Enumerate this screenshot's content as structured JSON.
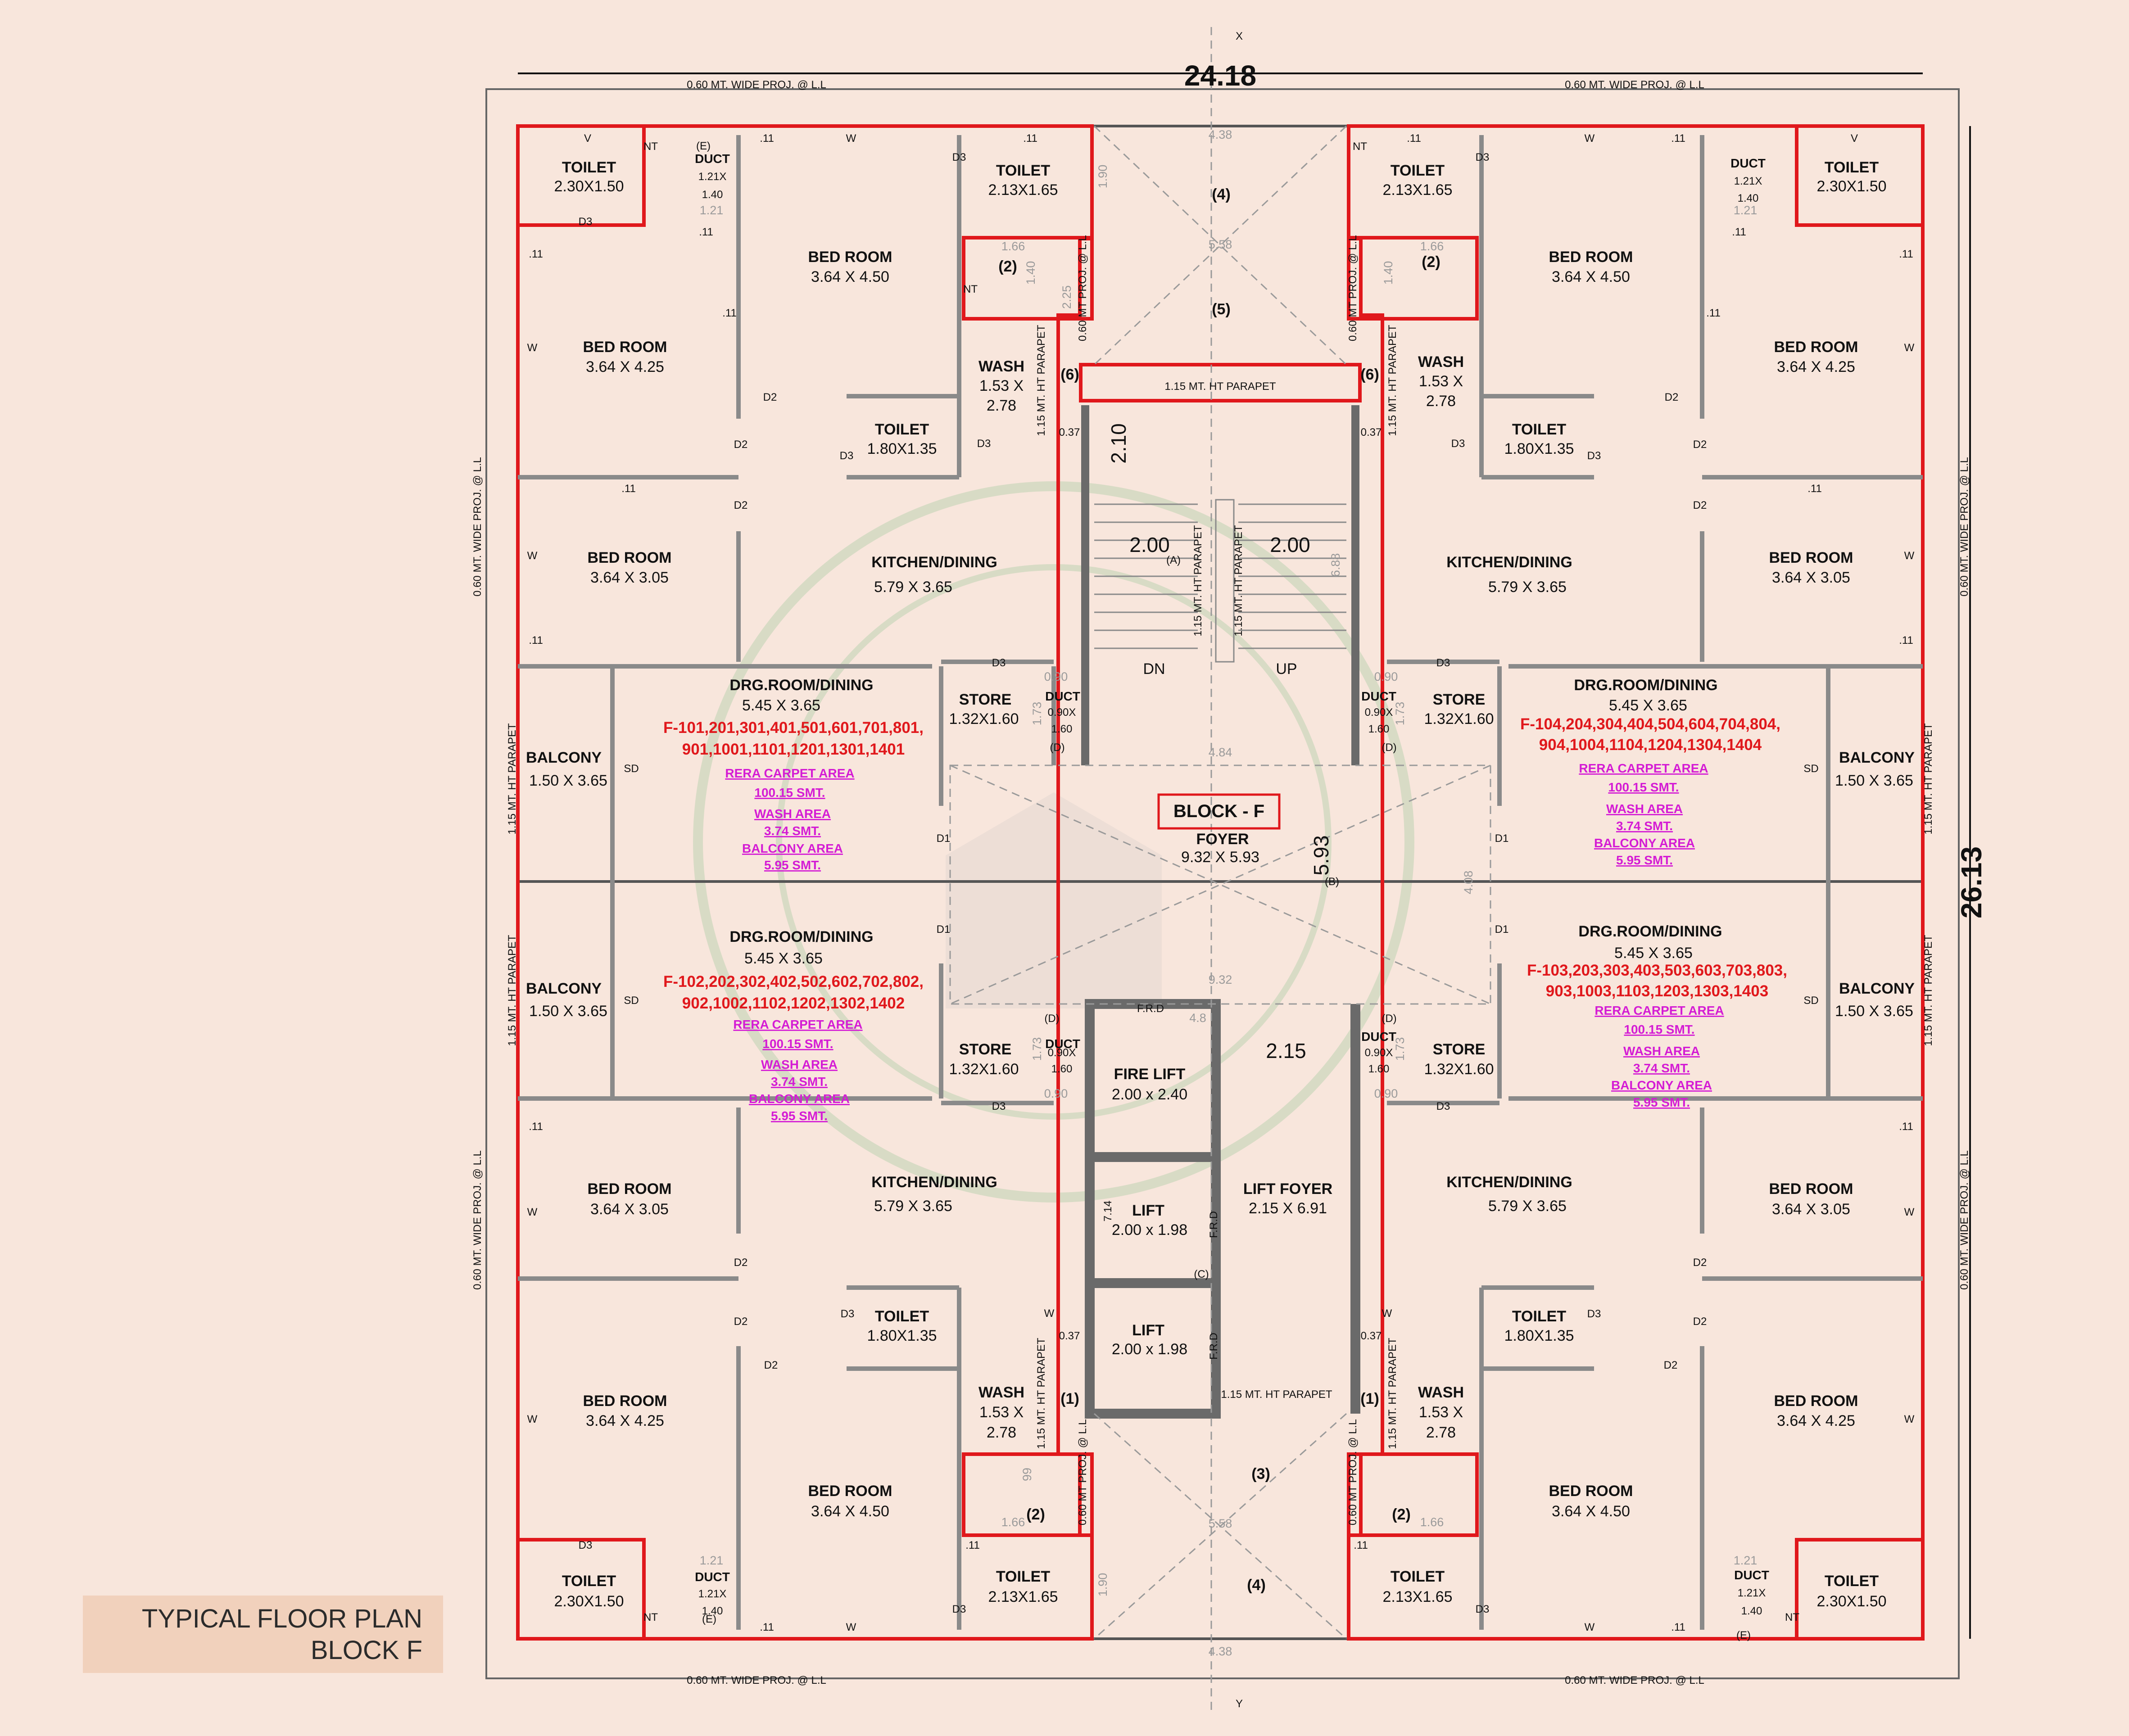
{
  "title": {
    "line1": "TYPICAL FLOOR PLAN",
    "line2": "BLOCK F"
  },
  "overall": {
    "width": "24.18",
    "depth": "26.13"
  },
  "block": {
    "label": "BLOCK - F",
    "foyer": "FOYER",
    "foyer_size": "9.32 X 5.93",
    "foyer_width": "9.32",
    "foyer_depth": "5.93",
    "foyer_gap": "4.84",
    "foyer_side": "4.08"
  },
  "core": {
    "fire_lift": "FIRE LIFT",
    "fire_lift_size": "2.00 x 2.40",
    "lift": "LIFT",
    "lift_size": "2.00 x 1.98",
    "lift_foyer": "LIFT FOYER",
    "lift_foyer_size": "2.15 X 6.91",
    "lift_shaft_depth": "7.14",
    "frd": "F.R.D",
    "lift_foyer_width": "2.15",
    "stair_flight": "2.10",
    "stair_width": "2.00",
    "stair_depth": "6.88",
    "dn": "DN",
    "up": "UP",
    "parapet": "1.15 MT. HT PARAPET"
  },
  "labels": {
    "toilet": "TOILET",
    "duct": "DUCT",
    "bed_room": "BED ROOM",
    "wash": "WASH",
    "kitchen": "KITCHEN/DINING",
    "drg": "DRG.ROOM/DINING",
    "store": "STORE",
    "balcony": "BALCONY",
    "projection": "0.60 MT. WIDE PROJ. @ L.L",
    "projection_side": "0.60 MT. WIDE PROJ. @ L.L",
    "parapet_v": "1.15 MT. HT PARAPET",
    "proj_short": "0.60 MT PROJ. @ L.L",
    "rera_label": "RERA CARPET AREA",
    "rera_value": "100.15 SMT.",
    "wash_label": "WASH AREA",
    "wash_value": "3.74 SMT.",
    "balcony_label": "BALCONY AREA",
    "balcony_value": "5.95 SMT."
  },
  "sizes": {
    "toilet_a": "2.30X1.50",
    "toilet_b": "2.13X1.65",
    "toilet_c": "1.80X1.35",
    "duct_a1": "1.21X",
    "duct_a2": "1.40",
    "duct_b1": "0.90X",
    "duct_b2": "1.60",
    "bed_450": "3.64 X 4.50",
    "bed_425": "3.64 X 4.25",
    "bed_305": "3.64 X 3.05",
    "wash1": "1.53 X",
    "wash2": "2.78",
    "kitchen": "5.79 X 3.65",
    "drg": "5.45 X 3.65",
    "store": "1.32X1.60",
    "balcony": "1.50 X 3.65"
  },
  "units": {
    "tl": {
      "line1": "F-101,201,301,401,501,601,701,801,",
      "line2": "901,1001,1101,1201,1301,1401"
    },
    "tr": {
      "line1": "F-104,204,304,404,504,604,704,804,",
      "line2": "904,1004,1104,1204,1304,1404"
    },
    "bl": {
      "line1": "F-102,202,302,402,502,602,702,802,",
      "line2": "902,1002,1102,1202,1302,1402"
    },
    "br": {
      "line1": "F-103,203,303,403,503,603,703,803,",
      "line2": "903,1003,1103,1203,1303,1403"
    }
  },
  "markers": {
    "m1": "(1)",
    "m2": "(2)",
    "m3": "(3)",
    "m4": "(4)",
    "m5": "(5)",
    "m6": "(6)",
    "ma": "(A)",
    "mb": "(B)",
    "mc": "(C)",
    "md": "(D)",
    "me": "(E)",
    "axis_x": "X",
    "axis_y": "Y"
  },
  "codes": {
    "d1": "D1",
    "d2": "D2",
    "d3": "D3",
    "w": "W",
    "v": "V",
    "sd": "SD",
    "nt": "NT",
    "p11": ".11"
  },
  "gray_dims": {
    "g438": "4.38",
    "g558": "5.58",
    "g190": "1.90",
    "g166": "1.66",
    "g140": "1.40",
    "g225": "2.25",
    "g121": "1.21",
    "g173": "1.73",
    "g090": "0.90",
    "g037": "0.37",
    "g48": "4.8",
    "g99": "99"
  },
  "colors": {
    "background": "#f8e6dc",
    "unit_outline": "#e0181c",
    "unit_numbers": "#e0181c",
    "area_text": "#d41cd4",
    "wall": "#7a7a7a",
    "title_box": "#f1d1bc"
  }
}
